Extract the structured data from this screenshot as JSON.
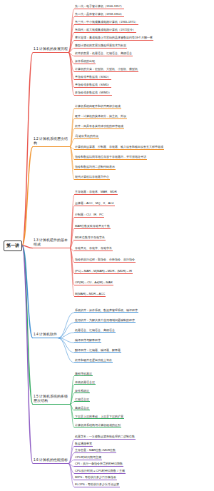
{
  "diagram": {
    "nodes": [
      {
        "text": [
          "第一讲"
        ]
      },
      {
        "text": [
          "1.1 计算机的发展历程"
        ]
      },
      {
        "text": [
          "第一代：电子管计算机（1946-1957）"
        ]
      },
      {
        "text": [
          "第二代：晶体管计算机（1958-1964）"
        ]
      },
      {
        "text": [
          "第三代：中小规模集成电路计算机（1965-1971）"
        ]
      },
      {
        "text": [
          "第四代：超大规模集成电路计算机（1972至今）"
        ]
      },
      {
        "text": [
          "摩尔定律：集成电路上可容纳的晶体管数目约每18个月翻一番"
        ]
      },
      {
        "text": [
          "微型计算机的发展以微处理器技术为标志"
        ]
      },
      {
        "text": [
          "软件的发展：机器语言、汇编语言、高级语言"
        ]
      },
      {
        "text": [
          "操作系统的出现"
        ]
      },
      {
        "text": [
          "计算机的分类：巨型机、大型机、小型机、微型机"
        ]
      },
      {
        "text": [
          "单指令流单数据流（SISD）"
        ]
      },
      {
        "text": [
          "单指令流多数据流（SIMD）"
        ]
      },
      {
        "text": [
          "多指令流多数据流（MIMD）"
        ]
      },
      {
        "text": [
          "1.2 计算机系统层次结构"
        ]
      },
      {
        "text": [
          "计算机系统由硬件和软件两部分组成"
        ]
      },
      {
        "text": [
          "硬件：计算机的实体部分，如主机、外设"
        ]
      },
      {
        "text": [
          "软件：由具有各类特殊功能的程序组成"
        ]
      },
      {
        "text": [
          "冯·诺依曼机的特点"
        ]
      },
      {
        "text": [
          "计算机由运算器、控制器、存储器、输入设备和输出设备五大部件组成"
        ]
      },
      {
        "text": [
          "指令和数据以同等地位存放于存储器内，并可按地址寻访"
        ]
      },
      {
        "text": [
          "指令和数据均用二进制代码表示"
        ]
      },
      {
        "text": [
          "现代计算机以存储器为中心"
        ]
      },
      {
        "text": [
          "1.3 计算机硬件的基本组成"
        ]
      },
      {
        "text": [
          "主存储器：存储体、MAR、MDR"
        ]
      },
      {
        "text": [
          "运算器：ACC、MQ、X、ALU"
        ]
      },
      {
        "text": [
          "控制器：CU、IR、PC"
        ]
      },
      {
        "text": [
          "MAR位数反映存储单元个数"
        ]
      },
      {
        "text": [
          "MDR位数等于存储字长"
        ]
      },
      {
        "text": [
          "存储单元、存储字、存储字长"
        ]
      },
      {
        "text": [
          "指令的执行过程：取指令、分析指令、执行指令"
        ]
      },
      {
        "text": [
          "(PC)→MAR，M(MAR)→MDR，(MDR)→IR"
        ]
      },
      {
        "text": [
          "OP(IR)→CU，Ad(IR)→MAR"
        ]
      },
      {
        "text": [
          "M(MAR)→MDR→ACC"
        ]
      },
      {
        "text": [
          "1.4 计算机软件"
        ]
      },
      {
        "text": [
          "系统软件：操作系统、数据库管理系统、编译程序"
        ]
      },
      {
        "text": [
          "应用软件：为解决某个应用领域问题编制的程序"
        ]
      },
      {
        "text": [
          "机器语言、汇编语言、高级语言"
        ]
      },
      {
        "text": [
          "编译程序与解释程序"
        ]
      },
      {
        "text": [
          "翻译程序：汇编器、编译器、解释器"
        ]
      },
      {
        "text": [
          "软件和硬件在逻辑功能上等价"
        ]
      },
      {
        "text": [
          "1.5 计算机系统的多级层次结构"
        ]
      },
      {
        "text": [
          "微程序机器层"
        ]
      },
      {
        "text": [
          "传统机器语言层"
        ]
      },
      {
        "text": [
          "操作系统层"
        ]
      },
      {
        "text": [
          "汇编语言层"
        ]
      },
      {
        "text": [
          "高级语言层"
        ]
      },
      {
        "text": [
          "下层是上层的基础，上层是下层的扩展"
        ]
      },
      {
        "text": [
          "计算机体系结构与计算机组成的区别"
        ]
      },
      {
        "text": [
          "1.6 计算机的性能指标"
        ]
      },
      {
        "text": [
          "机器字长：一次整数运算所能处理的二进制位数"
        ]
      },
      {
        "text": [
          "数据通路带宽"
        ]
      },
      {
        "text": [
          "主存容量：MAR位数×MDR位数"
        ]
      },
      {
        "text": [
          "CPU时钟周期与主频"
        ]
      },
      {
        "text": [
          "CPI：执行一条指令所需的时钟周期数"
        ]
      },
      {
        "text": [
          "CPU执行时间 = CPU时钟周期数 / 主频"
        ]
      },
      {
        "text": [
          "MIPS：每秒执行多少百万条指令"
        ]
      },
      {
        "text": [
          "FLOPS：每秒执行多少次浮点运算"
        ]
      }
    ],
    "edges": [
      {
        "from": 0,
        "to": 1,
        "arrow": "none"
      },
      {
        "from": 0,
        "to": 14,
        "arrow": "none"
      },
      {
        "from": 0,
        "to": 23,
        "arrow": "none"
      },
      {
        "from": 0,
        "to": 34,
        "arrow": "none"
      },
      {
        "from": 0,
        "to": 41,
        "arrow": "none"
      },
      {
        "from": 0,
        "to": 49,
        "arrow": "none"
      },
      {
        "from": 1,
        "to": 2,
        "arrow": "none"
      },
      {
        "from": 1,
        "to": 3,
        "arrow": "none"
      },
      {
        "from": 1,
        "to": 4,
        "arrow": "none"
      },
      {
        "from": 1,
        "to": 5,
        "arrow": "none"
      },
      {
        "from": 1,
        "to": 6,
        "arrow": "none"
      },
      {
        "from": 1,
        "to": 7,
        "arrow": "none"
      },
      {
        "from": 1,
        "to": 8,
        "arrow": "none"
      },
      {
        "from": 1,
        "to": 9,
        "arrow": "none"
      },
      {
        "from": 1,
        "to": 10,
        "arrow": "none"
      },
      {
        "from": 1,
        "to": 11,
        "arrow": "none"
      },
      {
        "from": 1,
        "to": 12,
        "arrow": "none"
      },
      {
        "from": 1,
        "to": 13,
        "arrow": "none"
      },
      {
        "from": 14,
        "to": 15,
        "arrow": "none"
      },
      {
        "from": 14,
        "to": 16,
        "arrow": "none"
      },
      {
        "from": 14,
        "to": 17,
        "arrow": "none"
      },
      {
        "from": 14,
        "to": 18,
        "arrow": "none"
      },
      {
        "from": 14,
        "to": 19,
        "arrow": "none"
      },
      {
        "from": 14,
        "to": 20,
        "arrow": "none"
      },
      {
        "from": 14,
        "to": 21,
        "arrow": "none"
      },
      {
        "from": 14,
        "to": 22,
        "arrow": "none"
      },
      {
        "from": 23,
        "to": 24,
        "arrow": "none"
      },
      {
        "from": 23,
        "to": 25,
        "arrow": "none"
      },
      {
        "from": 23,
        "to": 26,
        "arrow": "none"
      },
      {
        "from": 23,
        "to": 27,
        "arrow": "none"
      },
      {
        "from": 23,
        "to": 28,
        "arrow": "none"
      },
      {
        "from": 23,
        "to": 29,
        "arrow": "none"
      },
      {
        "from": 23,
        "to": 30,
        "arrow": "none"
      },
      {
        "from": 23,
        "to": 31,
        "arrow": "none"
      },
      {
        "from": 23,
        "to": 32,
        "arrow": "none"
      },
      {
        "from": 23,
        "to": 33,
        "arrow": "none"
      },
      {
        "from": 34,
        "to": 35,
        "arrow": "none"
      },
      {
        "from": 34,
        "to": 36,
        "arrow": "none"
      },
      {
        "from": 34,
        "to": 37,
        "arrow": "none"
      },
      {
        "from": 34,
        "to": 38,
        "arrow": "none"
      },
      {
        "from": 34,
        "to": 39,
        "arrow": "none"
      },
      {
        "from": 34,
        "to": 40,
        "arrow": "none"
      },
      {
        "from": 41,
        "to": 42,
        "arrow": "none"
      },
      {
        "from": 41,
        "to": 43,
        "arrow": "none"
      },
      {
        "from": 41,
        "to": 44,
        "arrow": "none"
      },
      {
        "from": 41,
        "to": 45,
        "arrow": "none"
      },
      {
        "from": 41,
        "to": 46,
        "arrow": "none"
      },
      {
        "from": 41,
        "to": 47,
        "arrow": "none"
      },
      {
        "from": 41,
        "to": 48,
        "arrow": "none"
      },
      {
        "from": 49,
        "to": 50,
        "arrow": "none"
      },
      {
        "from": 49,
        "to": 51,
        "arrow": "none"
      },
      {
        "from": 49,
        "to": 52,
        "arrow": "none"
      },
      {
        "from": 49,
        "to": 53,
        "arrow": "none"
      },
      {
        "from": 49,
        "to": 54,
        "arrow": "none"
      },
      {
        "from": 49,
        "to": 55,
        "arrow": "none"
      },
      {
        "from": 49,
        "to": 56,
        "arrow": "none"
      },
      {
        "from": 49,
        "to": 57,
        "arrow": "none"
      }
    ]
  }
}
